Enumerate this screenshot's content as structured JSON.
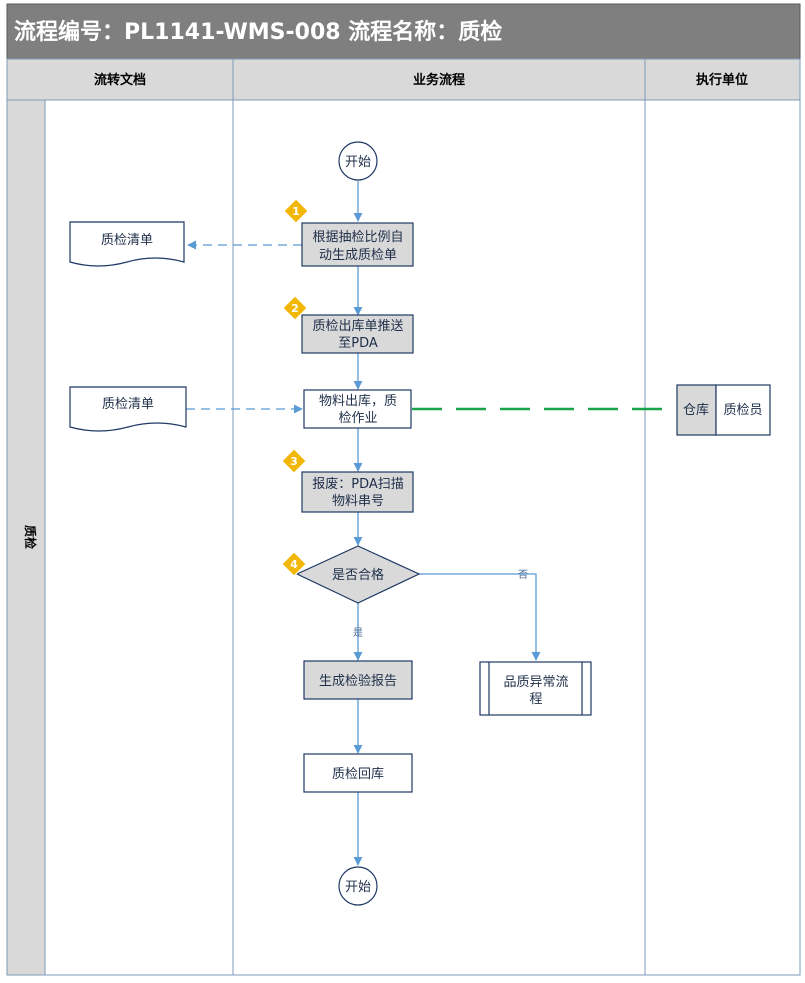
{
  "header": {
    "title": "流程编号：PL1141-WMS-008  流程名称：质检"
  },
  "columns": {
    "docs": "流转文档",
    "process": "业务流程",
    "exec": "执行单位"
  },
  "lane": {
    "label": "质检"
  },
  "nodes": {
    "start": "开始",
    "step1": [
      "根据抽检比例自",
      "动生成质检单"
    ],
    "step2": [
      "质检出库单推送",
      "至PDA"
    ],
    "step3": [
      "物料出库，质",
      "检作业"
    ],
    "step4": [
      "报废：PDA扫描",
      "物料串号"
    ],
    "decision": "是否合格",
    "report": "生成检验报告",
    "returnStock": "质检回库",
    "end": "开始",
    "exception": [
      "品质异常流",
      "程"
    ]
  },
  "documents": {
    "doc1": "质检清单",
    "doc2": "质检清单"
  },
  "exec": {
    "warehouse": "仓库",
    "inspector": "质检员"
  },
  "edgeLabels": {
    "yes": "是",
    "no": "否"
  },
  "markers": [
    "1",
    "2",
    "3",
    "4"
  ],
  "colors": {
    "header": "#7f7f7f",
    "columnHead": "#d9d9d9",
    "laneBar": "#d9d9d9",
    "line": "#5b9bd5",
    "nodeFill": "#d9d9d9",
    "nodeStroke": "#1f3864",
    "marker": "#f2b705",
    "green": "#1aa34a"
  }
}
